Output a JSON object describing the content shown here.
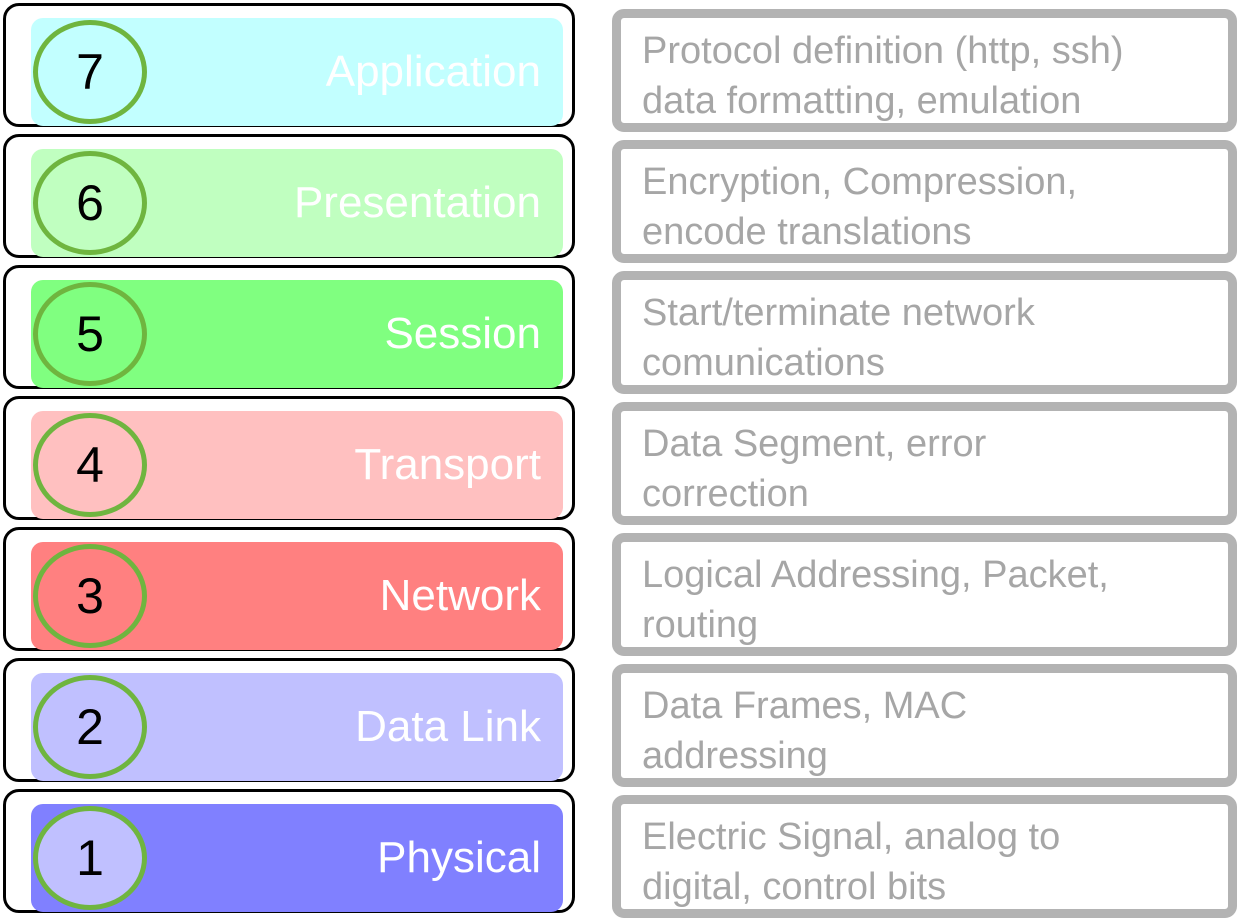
{
  "layers": [
    {
      "number": "7",
      "name": "Application",
      "color": "#c2ffff",
      "description": [
        "Protocol definition (http, ssh)",
        "data formatting, emulation"
      ]
    },
    {
      "number": "6",
      "name": "Presentation",
      "color": "#c0ffc0",
      "description": [
        "Encryption, Compression,",
        "encode translations"
      ]
    },
    {
      "number": "5",
      "name": "Session",
      "color": "#80ff80",
      "description": [
        "Start/terminate network",
        "comunications"
      ]
    },
    {
      "number": "4",
      "name": "Transport",
      "color": "#ffc0c0",
      "description": [
        "Data Segment, error",
        "correction"
      ]
    },
    {
      "number": "3",
      "name": "Network",
      "color": "#ff8080",
      "description": [
        "Logical Addressing, Packet,",
        "routing"
      ]
    },
    {
      "number": "2",
      "name": "Data Link",
      "color": "#c0c0ff",
      "description": [
        "Data Frames, MAC",
        "addressing"
      ]
    },
    {
      "number": "1",
      "name": "Physical",
      "color": "#8080ff",
      "description": [
        "Electric Signal, analog to",
        "digital, control bits"
      ]
    }
  ],
  "colors": {
    "frame": "#000000",
    "badge_ring": "#6fb53f",
    "label_text": "#ffffff",
    "description_border": "#b3b3b3",
    "description_text": "#a6a6a6"
  }
}
